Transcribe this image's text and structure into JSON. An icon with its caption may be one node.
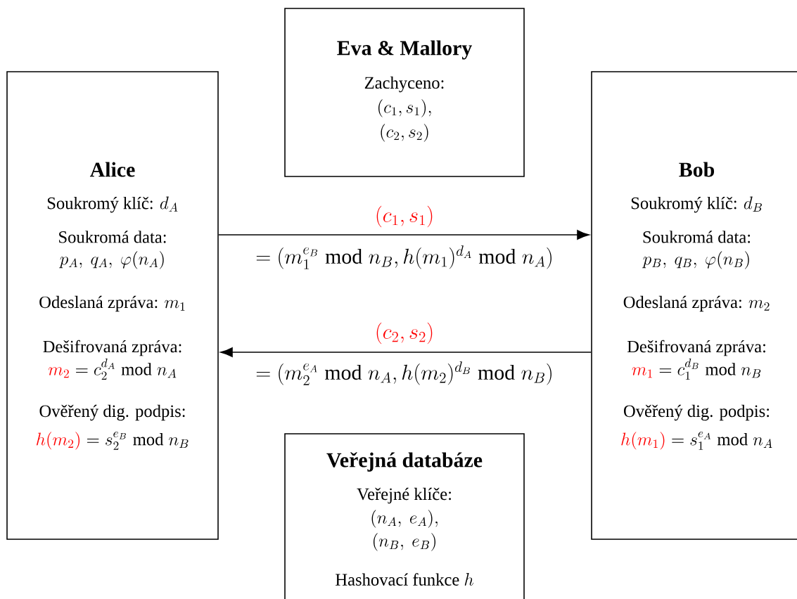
{
  "diagram": {
    "nodes": [
      {
        "text": [
          "Alice",
          "\\text{Soukromý klíč: } d_A",
          "Soukromá data:",
          "p_A,\\ q_A,\\ \\varphi(n_A)",
          "\\text{Odeslaná zpráva: } m_1",
          "Dešifrovaná zpráva:",
          "\\textcolor{red}{m_2} = c_2^{d_A} \\bmod n_A",
          "Ověřený dig. podpis:",
          "\\textcolor{red}{h(m_2)} = s_2^{e_B} \\bmod n_B"
        ]
      },
      {
        "text": [
          "Bob",
          "\\text{Soukromý klíč: } d_B",
          "Soukromá data:",
          "p_B,\\ q_B,\\ \\varphi(n_B)",
          "\\text{Odeslaná zpráva: } m_2",
          "Dešifrovaná zpráva:",
          "\\textcolor{red}{m_1} = c_1^{d_B} \\bmod n_B",
          "Ověřený dig. podpis:",
          "\\textcolor{red}{h(m_1)} = s_1^{e_A} \\bmod n_A"
        ]
      },
      {
        "text": [
          "Eva & Mallory",
          "Zachyceno:",
          "(c_1, s_1),",
          "(c_2, s_2)"
        ]
      },
      {
        "text": [
          "Veřejná databáze",
          "Veřejné klíče:",
          "(n_A,\\ e_A),",
          "(n_B,\\ e_B)",
          "\\text{Hashovací funkce } h"
        ]
      }
    ],
    "edges": [
      {
        "from": 0,
        "to": 1,
        "arrow": "to",
        "label": "\\textcolor{red}{(c_1, s_1)}"
      },
      {
        "from": 1,
        "to": 0,
        "arrow": "to",
        "label": "\\textcolor{red}{(c_2, s_2)}"
      }
    ],
    "labels": [
      "= (m_1^{e_B} \\bmod n_B, h(m_1)^{d_A} \\bmod n_A)",
      "= (m_2^{e_A} \\bmod n_A, h(m_2)^{d_B} \\bmod n_B)"
    ]
  }
}
